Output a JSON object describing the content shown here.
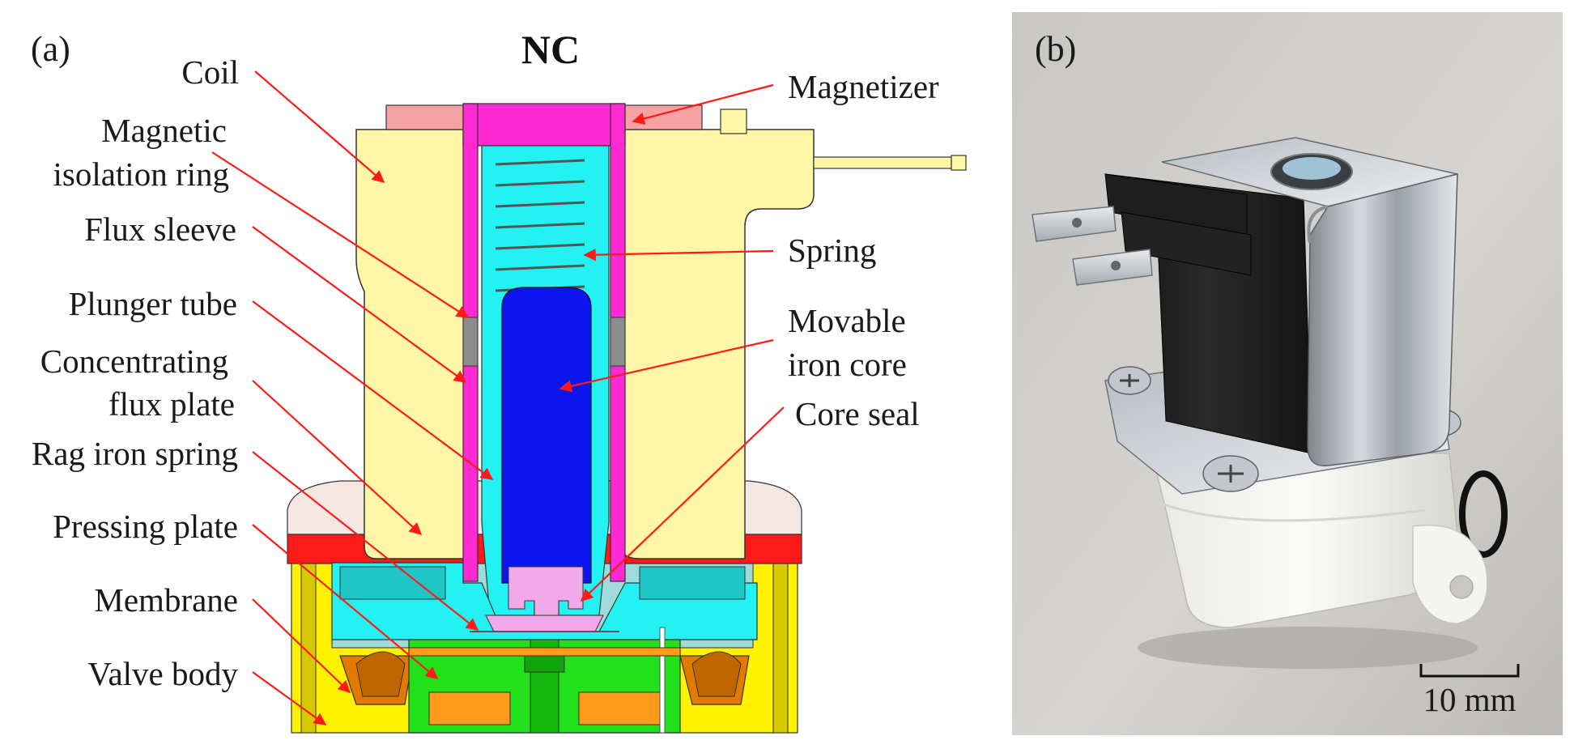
{
  "panel_a": {
    "tag": "(a)",
    "title": "NC",
    "labels_left": {
      "coil": "Coil",
      "isolation_1": "Magnetic",
      "isolation_2": "isolation ring",
      "flux_sleeve": "Flux sleeve",
      "plunger_tube": "Plunger tube",
      "concentrating_1": "Concentrating",
      "concentrating_2": "flux plate",
      "rag_iron_spring": "Rag iron spring",
      "pressing_plate": "Pressing plate",
      "membrane": "Membrane",
      "valve_body": "Valve body"
    },
    "labels_right": {
      "magnetizer": "Magnetizer",
      "spring": "Spring",
      "core_1": "Movable",
      "core_2": "iron core",
      "core_seal": "Core seal"
    }
  },
  "panel_b": {
    "tag": "(b)",
    "scale_bar": "10 mm"
  },
  "colors": {
    "leader": "#ff1a1a",
    "coil": "#fff6a6",
    "magenta": "#ff2ad4",
    "cyan": "#24f2f2",
    "core": "#0b16ee",
    "valve_body": "#fff200",
    "green": "#22e01a",
    "red_plate": "#ff1a1a"
  }
}
